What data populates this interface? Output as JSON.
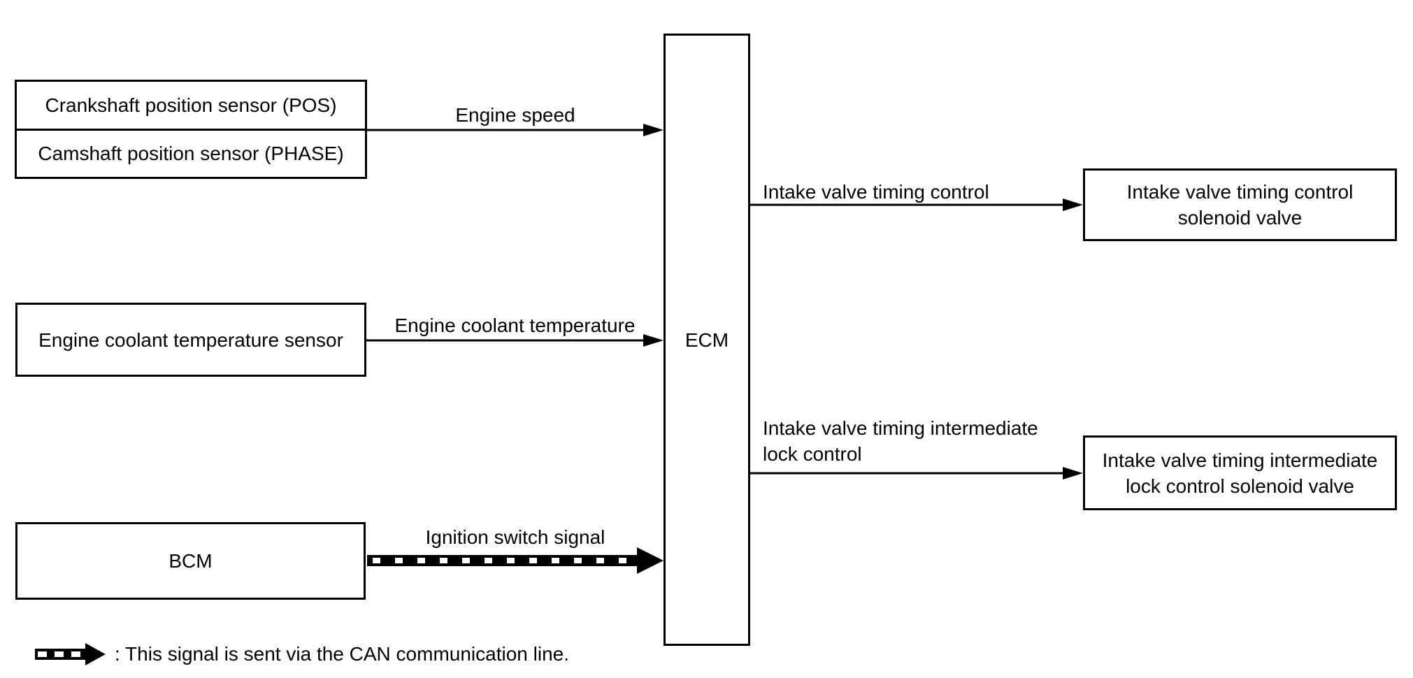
{
  "diagram": {
    "title_hint": "ECM intake valve timing control system block diagram",
    "nodes": {
      "crankshaft_sensor": "Crankshaft position sensor (POS)",
      "camshaft_sensor": "Camshaft position sensor (PHASE)",
      "coolant_sensor": "Engine coolant temperature sensor",
      "bcm": "BCM",
      "ecm": "ECM",
      "intake_solenoid": "Intake valve timing control solenoid valve",
      "intake_lock_solenoid": "Intake valve timing intermediate lock control solenoid valve"
    },
    "signals": {
      "engine_speed": "Engine speed",
      "coolant_temp": "Engine coolant temperature",
      "ignition": "Ignition switch signal",
      "intake_control": "Intake valve timing control",
      "intake_lock_control": "Intake valve timing intermediate lock control"
    },
    "legend": {
      "text": ": This signal is sent via the CAN communication line."
    },
    "colors": {
      "line": "#000000",
      "background": "#ffffff"
    }
  }
}
